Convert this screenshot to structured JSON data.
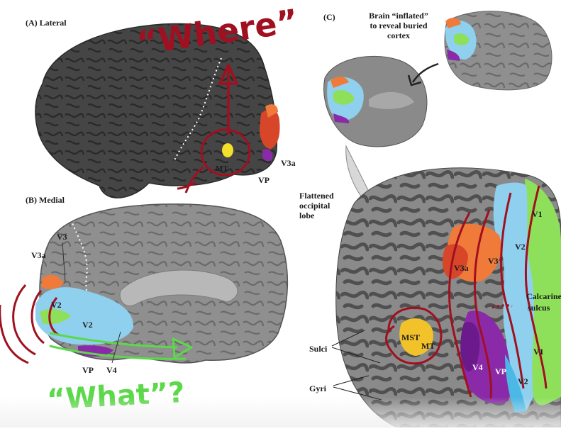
{
  "panels": {
    "a": {
      "title": "(A) Lateral"
    },
    "b": {
      "title": "(B) Medial"
    },
    "c": {
      "title": "(C)",
      "inflated_caption": [
        "Brain “inflated”",
        "to reveal buried",
        "cortex"
      ],
      "flattened_caption": [
        "Flattened",
        "occipital",
        "lobe"
      ]
    }
  },
  "area_labels": {
    "lateral": {
      "v3a": "V3a",
      "vp": "VP",
      "mt": "MT"
    },
    "medial": {
      "v3": "V3",
      "v3a": "V3a",
      "v2_upper": "V2",
      "v2_lower": "V2",
      "vp": "VP",
      "v4": "V4"
    },
    "flat": {
      "v1_upper": "V1",
      "v2_upper": "V2",
      "v3a": "V3a",
      "v3": "V3",
      "mst": "MST",
      "mt": "MT",
      "v4": "V4",
      "vp": "VP",
      "v2_lower": "V2",
      "v1_lower": "V1",
      "calcarine": [
        "Calcarine",
        "sulcus"
      ],
      "sulci": "Sulci",
      "gyri": "Gyri"
    }
  },
  "annotations": {
    "where": "“Where”",
    "what": "“What”?"
  },
  "colors": {
    "background": "#ffffff",
    "cortex_dark": "#3e3e3e",
    "cortex_mid": "#6d6d6d",
    "cortex_light": "#9c9c9c",
    "v1_green": "#8ee05a",
    "v2_blue": "#8fd0ee",
    "v3_orange": "#f07a3a",
    "v3a_red": "#d8462a",
    "vp_purple": "#8a2aa8",
    "v4_violet": "#6a1a8a",
    "mt_yellow": "#f2c22a",
    "ink_red": "#a01020",
    "ink_green": "#5cd84a"
  }
}
